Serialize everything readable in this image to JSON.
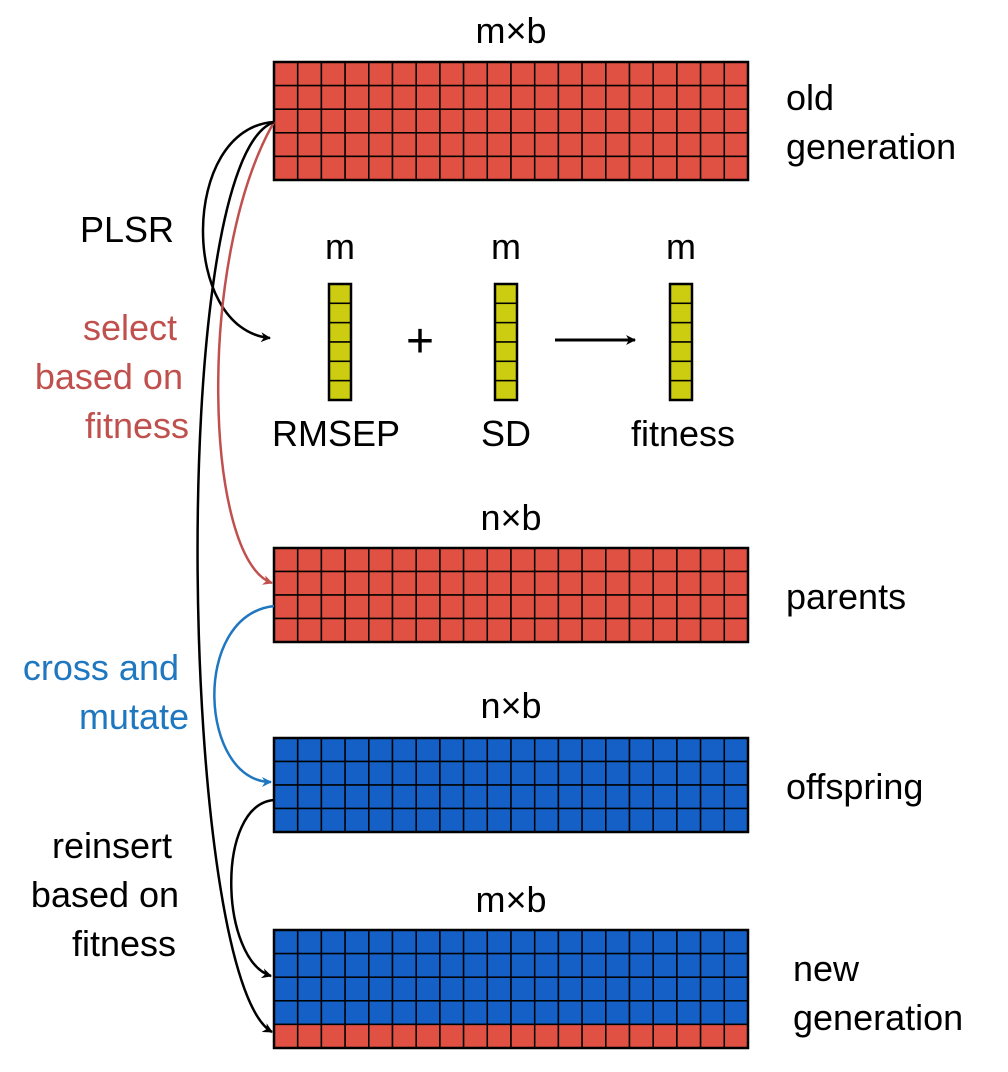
{
  "colors": {
    "red_fill": "#e05144",
    "blue_fill": "#1460c6",
    "yellow_fill": "#cccc11",
    "grid_stroke": "#000000",
    "select_arrow": "#c0504d",
    "cross_arrow": "#1f77c0",
    "black_arrow": "#000000"
  },
  "matrices": [
    {
      "id": "old-generation",
      "dim_label": "m×b",
      "side_label": [
        "old",
        "generation"
      ],
      "rows": 5,
      "cols": 20,
      "row_colors": [
        "red",
        "red",
        "red",
        "red",
        "red"
      ]
    },
    {
      "id": "parents",
      "dim_label": "n×b",
      "side_label": [
        "parents"
      ],
      "rows": 4,
      "cols": 20,
      "row_colors": [
        "red",
        "red",
        "red",
        "red"
      ]
    },
    {
      "id": "offspring",
      "dim_label": "n×b",
      "side_label": [
        "offspring"
      ],
      "rows": 4,
      "cols": 20,
      "row_colors": [
        "blue",
        "blue",
        "blue",
        "blue"
      ]
    },
    {
      "id": "new-generation",
      "dim_label": "m×b",
      "side_label": [
        "new",
        "generation"
      ],
      "rows": 5,
      "cols": 20,
      "row_colors": [
        "blue",
        "blue",
        "blue",
        "blue",
        "red"
      ]
    }
  ],
  "vectors": [
    {
      "id": "rmsep",
      "top_label": "m",
      "bottom_label": "RMSEP",
      "cells": 6
    },
    {
      "id": "sd",
      "top_label": "m",
      "bottom_label": "SD",
      "cells": 6
    },
    {
      "id": "fitness",
      "top_label": "m",
      "bottom_label": "fitness",
      "cells": 6
    }
  ],
  "operators": {
    "plus": "+"
  },
  "step_labels": {
    "plsr": [
      "PLSR"
    ],
    "select": [
      "select",
      "based on",
      "fitness"
    ],
    "cross": [
      "cross and",
      "mutate"
    ],
    "reinsert": [
      "reinsert",
      "based on",
      "fitness"
    ]
  }
}
